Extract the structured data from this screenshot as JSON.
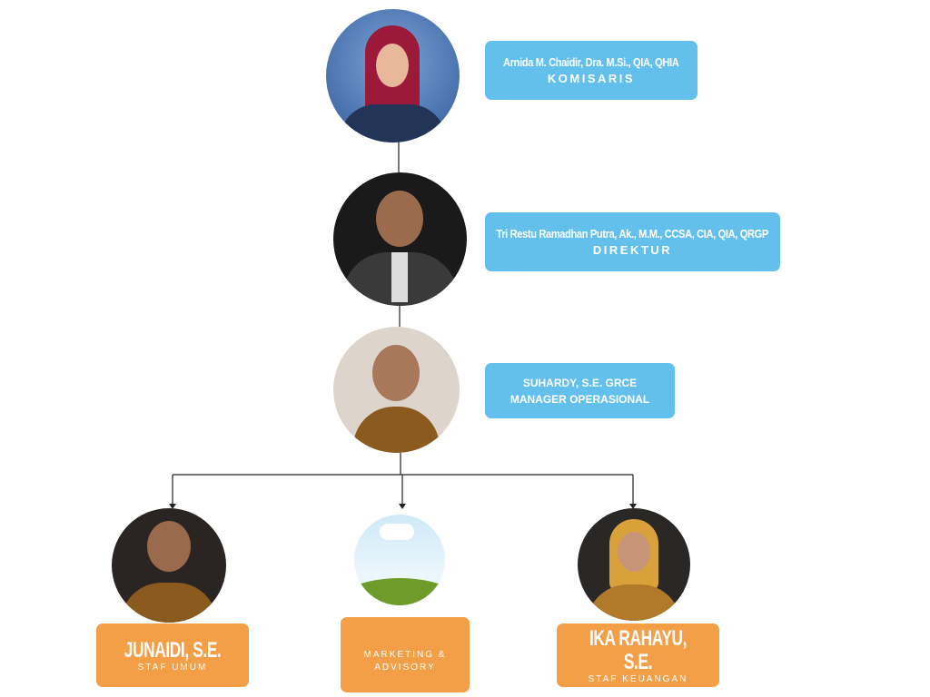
{
  "colors": {
    "box_blue": "#63bfec",
    "box_orange": "#f39f47"
  },
  "komisaris": {
    "name": "Arnida M. Chaidir, Dra. M.Si., QIA, QHIA",
    "role": "KOMISARIS"
  },
  "direktur": {
    "name": "Tri Restu Ramadhan Putra, Ak., M.M., CCSA, CIA, QIA, QRGP",
    "role": "DIREKTUR"
  },
  "manager": {
    "name": "SUHARDY, S.E. GRCE",
    "role": "MANAGER OPERASIONAL"
  },
  "staff": [
    {
      "name": "JUNAIDI, S.E.",
      "role": "STAF UMUM"
    },
    {
      "role": "MARKETING & ADVISORY"
    },
    {
      "name": "IKA RAHAYU, S.E.",
      "role": "STAF KEUANGAN"
    }
  ]
}
